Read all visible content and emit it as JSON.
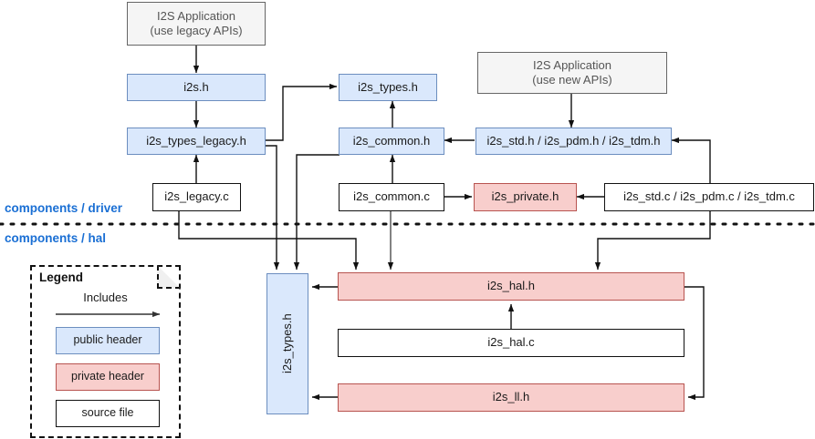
{
  "diagram": {
    "title": "I2S driver header dependency diagram",
    "colors": {
      "public_header_fill": "#dae8fc",
      "public_header_stroke": "#6c8ebf",
      "private_header_fill": "#f8cecc",
      "private_header_stroke": "#b85450",
      "source_file_fill": "#ffffff",
      "source_file_stroke": "#111111",
      "application_fill": "#f5f5f5",
      "application_stroke": "#666666",
      "zone_label_color": "#1a6fd4",
      "edge_color": "#111111"
    },
    "zones": [
      {
        "name": "driver",
        "label": "components / driver"
      },
      {
        "name": "hal",
        "label": "components / hal"
      }
    ],
    "nodes": [
      {
        "id": "app_legacy",
        "label": "I2S Application\n(use legacy APIs)",
        "line1": "I2S Application",
        "line2": "(use legacy APIs)",
        "kind": "application"
      },
      {
        "id": "app_new",
        "label": "I2S Application\n(use new APIs)",
        "line1": "I2S Application",
        "line2": "(use new APIs)",
        "kind": "application"
      },
      {
        "id": "i2s_h",
        "label": "i2s.h",
        "kind": "public header"
      },
      {
        "id": "i2s_types_h_top",
        "label": "i2s_types.h",
        "kind": "public header"
      },
      {
        "id": "i2s_types_legacy_h",
        "label": "i2s_types_legacy.h",
        "kind": "public header"
      },
      {
        "id": "i2s_common_h",
        "label": "i2s_common.h",
        "kind": "public header"
      },
      {
        "id": "i2s_std_h",
        "label": "i2s_std.h / i2s_pdm.h / i2s_tdm.h",
        "kind": "public header"
      },
      {
        "id": "i2s_legacy_c",
        "label": "i2s_legacy.c",
        "kind": "source file"
      },
      {
        "id": "i2s_common_c",
        "label": "i2s_common.c",
        "kind": "source file"
      },
      {
        "id": "i2s_private_h",
        "label": "i2s_private.h",
        "kind": "private header"
      },
      {
        "id": "i2s_std_c",
        "label": "i2s_std.c / i2s_pdm.c / i2s_tdm.c",
        "kind": "source file"
      },
      {
        "id": "i2s_types_h_hal",
        "label": "i2s_types.h",
        "kind": "public header"
      },
      {
        "id": "i2s_hal_h",
        "label": "i2s_hal.h",
        "kind": "private header"
      },
      {
        "id": "i2s_hal_c",
        "label": "i2s_hal.c",
        "kind": "source file"
      },
      {
        "id": "i2s_ll_h",
        "label": "i2s_ll.h",
        "kind": "private header"
      }
    ],
    "edges": [
      {
        "from": "app_legacy",
        "to": "i2s_h"
      },
      {
        "from": "i2s_h",
        "to": "i2s_types_legacy_h"
      },
      {
        "from": "i2s_types_legacy_h",
        "to": "i2s_types_h_top"
      },
      {
        "from": "i2s_common_h",
        "to": "i2s_types_h_top"
      },
      {
        "from": "app_new",
        "to": "i2s_std_h"
      },
      {
        "from": "i2s_std_h",
        "to": "i2s_common_h"
      },
      {
        "from": "i2s_legacy_c",
        "to": "i2s_types_legacy_h"
      },
      {
        "from": "i2s_common_c",
        "to": "i2s_common_h"
      },
      {
        "from": "i2s_common_c",
        "to": "i2s_private_h"
      },
      {
        "from": "i2s_std_c",
        "to": "i2s_private_h"
      },
      {
        "from": "i2s_std_c",
        "to": "i2s_std_h"
      },
      {
        "from": "i2s_types_legacy_h",
        "to": "i2s_types_h_hal"
      },
      {
        "from": "i2s_common_h",
        "to": "i2s_types_h_hal"
      },
      {
        "from": "i2s_legacy_c",
        "to": "i2s_hal_h"
      },
      {
        "from": "i2s_common_c",
        "to": "i2s_hal_h"
      },
      {
        "from": "i2s_std_c",
        "to": "i2s_hal_h"
      },
      {
        "from": "i2s_hal_h",
        "to": "i2s_types_h_hal"
      },
      {
        "from": "i2s_hal_c",
        "to": "i2s_hal_h"
      },
      {
        "from": "i2s_hal_h",
        "to": "i2s_ll_h"
      },
      {
        "from": "i2s_ll_h",
        "to": "i2s_types_h_hal"
      }
    ]
  },
  "legend": {
    "title": "Legend",
    "includes_label": "Includes",
    "items": [
      {
        "key": "public",
        "label": "public header"
      },
      {
        "key": "private",
        "label": "private header"
      },
      {
        "key": "source",
        "label": "source file"
      }
    ]
  },
  "labels": {
    "app_legacy_line1": "I2S Application",
    "app_legacy_line2": "(use legacy APIs)",
    "app_new_line1": "I2S Application",
    "app_new_line2": "(use new APIs)",
    "i2s_h": "i2s.h",
    "i2s_types_h_top": "i2s_types.h",
    "i2s_types_legacy_h": "i2s_types_legacy.h",
    "i2s_common_h": "i2s_common.h",
    "i2s_std_h": "i2s_std.h / i2s_pdm.h / i2s_tdm.h",
    "i2s_legacy_c": "i2s_legacy.c",
    "i2s_common_c": "i2s_common.c",
    "i2s_private_h": "i2s_private.h",
    "i2s_std_c": "i2s_std.c / i2s_pdm.c / i2s_tdm.c",
    "i2s_types_h_hal": "i2s_types.h",
    "i2s_hal_h": "i2s_hal.h",
    "i2s_hal_c": "i2s_hal.c",
    "i2s_ll_h": "i2s_ll.h",
    "zone_driver": "components / driver",
    "zone_hal": "components / hal"
  }
}
